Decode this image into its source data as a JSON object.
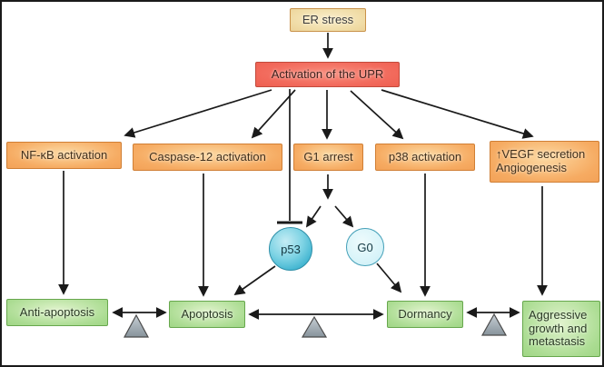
{
  "diagram": {
    "name": "ER stress / UPR signalling outcomes diagram",
    "nodes": {
      "er_stress": "ER stress",
      "upr": "Activation of the UPR",
      "nfkb": "NF-κB activation",
      "caspase12": "Caspase-12 activation",
      "g1_arrest": "G1 arrest",
      "p38": "p38 activation",
      "vegf_line1": "↑VEGF secretion",
      "vegf_line2": "Angiogenesis",
      "p53": "p53",
      "g0": "G0",
      "anti_apoptosis": "Anti-apoptosis",
      "apoptosis": "Apoptosis",
      "dormancy": "Dormancy",
      "aggressive": "Aggressive growth and metastasis"
    },
    "relations": [
      "ER stress → Activation of the UPR",
      "Activation of the UPR → NF-κB activation",
      "Activation of the UPR → Caspase-12 activation",
      "Activation of the UPR ⊣ p53 (inhibition)",
      "Activation of the UPR → G1 arrest",
      "Activation of the UPR → p38 activation",
      "Activation of the UPR → ↑VEGF secretion / Angiogenesis",
      "NF-κB activation → Anti-apoptosis",
      "Caspase-12 activation → Apoptosis",
      "G1 arrest → p53",
      "G1 arrest → G0",
      "p53 → Apoptosis",
      "G0 → Dormancy",
      "p38 activation → Dormancy",
      "↑VEGF secretion / Angiogenesis → Aggressive growth and metastasis",
      "Anti-apoptosis ↔ Apoptosis (balance)",
      "Apoptosis ↔ Dormancy (balance)",
      "Dormancy ↔ Aggressive growth and metastasis (balance)"
    ],
    "colors": {
      "er_stress_fill": "#F0DCA6",
      "er_stress_border": "#C9924A",
      "upr_fill": "#F26A5C",
      "upr_border": "#C24A3C",
      "process_fill": "#F6AB62",
      "process_border": "#D07F35",
      "p53_fill": "#3CB2CF",
      "g0_fill": "#D9F4F9",
      "circle_border": "#2E8FA8",
      "outcome_fill": "#ABDC92",
      "outcome_border": "#67A74D",
      "fulcrum_fill": "#9AA6AE",
      "arrow": "#1A1A1A",
      "background": "#FFFFFF"
    }
  }
}
